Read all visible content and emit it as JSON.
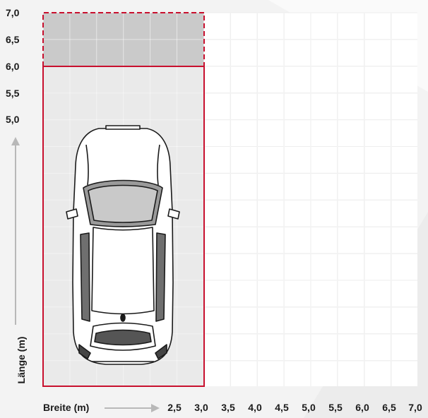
{
  "colors": {
    "parking_outline": "#c8102e",
    "extra_zone_fill": "#c4c4c4",
    "parking_fill": "#e9e9e9",
    "grid_line": "#d9d9d9",
    "text": "#1b1b1b"
  },
  "y_axis": {
    "title": "Länge (m)",
    "labels": [
      "7,0",
      "6,5",
      "6,0",
      "5,5",
      "5,0"
    ]
  },
  "x_axis": {
    "title": "Breite (m)",
    "labels": [
      "2,5",
      "3,0",
      "3,5",
      "4,0",
      "4,5",
      "5,0",
      "5,5",
      "6,0",
      "6,5",
      "7,0"
    ]
  },
  "parking_space": {
    "width_m": 3.0,
    "length_m": 6.0,
    "extension_length_m": 7.0
  },
  "icons": {
    "car": "car-top-view-icon",
    "up_arrow": "up-arrow-icon",
    "right_arrow": "right-arrow-icon"
  }
}
